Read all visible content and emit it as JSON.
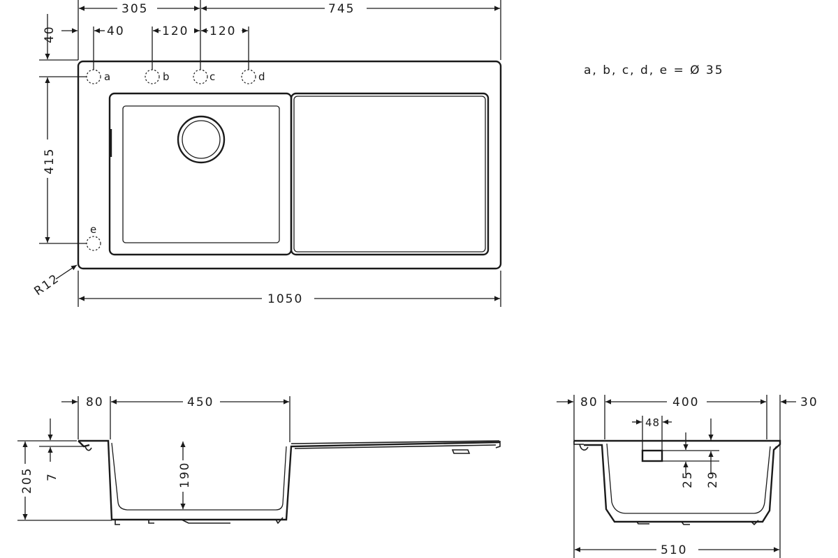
{
  "legend": "a, b, c, d, e = Ø 35",
  "holes": [
    "a",
    "b",
    "c",
    "d",
    "e"
  ],
  "top_view": {
    "dim_305": "305",
    "dim_745": "745",
    "dim_40_top": "40",
    "dim_40_left": "40",
    "dim_120_a": "120",
    "dim_120_b": "120",
    "dim_415": "415",
    "dim_1050": "1050",
    "radius": "R12"
  },
  "side_view": {
    "dim_80": "80",
    "dim_450": "450",
    "dim_205": "205",
    "dim_7": "7",
    "dim_190": "190"
  },
  "end_view": {
    "dim_80": "80",
    "dim_400": "400",
    "dim_30": "30",
    "dim_48": "48",
    "dim_25": "25",
    "dim_29": "29",
    "dim_510": "510"
  }
}
